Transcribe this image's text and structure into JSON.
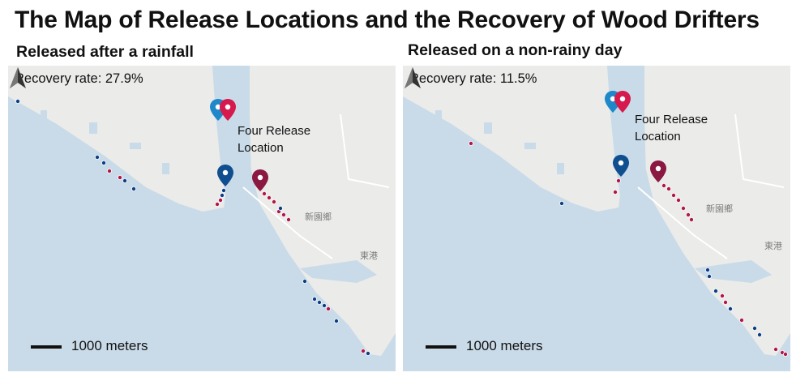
{
  "title": "The Map of Release Locations and the Recovery of Wood Drifters",
  "colors": {
    "water": "#c9dbe8",
    "land": "#ebebea",
    "dot_blue": "#0c3f86",
    "dot_red": "#b0184a",
    "pin_light_blue": "#1f88c9",
    "pin_red": "#d61a4d",
    "pin_dark_blue": "#0f4f8f",
    "pin_maroon": "#8a1840"
  },
  "panels": [
    {
      "subtitle": "Released after a rainfall",
      "recovery_label": "Recovery rate: 27.9%",
      "release_label_line1": "Four Release",
      "release_label_line2": "Location",
      "scale_label": "1000 meters",
      "place_label_1": "新園鄉",
      "place_label_2": "東港",
      "north_icon": "north-arrow-icon"
    },
    {
      "subtitle": "Released on a non-rainy day",
      "recovery_label": "Recovery rate: 11.5%",
      "release_label_line1": "Four Release",
      "release_label_line2": "Location",
      "scale_label": "1000 meters",
      "place_label_1": "新園鄉",
      "place_label_2": "東港",
      "north_icon": "north-arrow-icon"
    }
  ]
}
